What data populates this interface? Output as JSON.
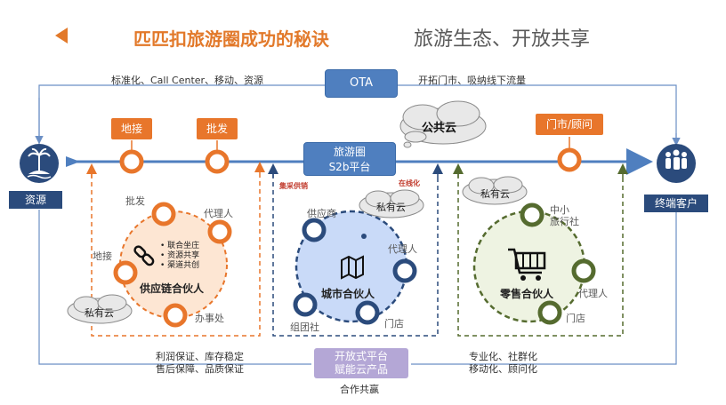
{
  "header": {
    "title": "匹匹扣旅游圈成功的秘诀",
    "subtitle": "旅游生态、开放共享"
  },
  "top_flow": {
    "left_label": "标准化、Call Center、移动、资源",
    "ota_label": "OTA",
    "right_label": "开拓门市、吸纳线下流量"
  },
  "main_axis": {
    "left_tags": [
      "地接",
      "批发"
    ],
    "right_tag": "门市/顾问",
    "platform_line1": "旅游圈",
    "platform_line2": "S2b平台",
    "public_cloud": "公共云",
    "source_label": "资源",
    "customer_label": "终端客户"
  },
  "supply_partner": {
    "title": "供应链合伙人",
    "nodes": [
      "批发",
      "代理人",
      "地接",
      "办事处"
    ],
    "bullets": [
      "联合坐庄",
      "资源共享",
      "渠道共创"
    ],
    "cloud": "私有云"
  },
  "city_partner": {
    "title": "城市合伙人",
    "nodes": [
      "供应商",
      "代理人",
      "组团社",
      "门店"
    ],
    "cloud": "私有云",
    "tag_left": "集采供销",
    "tag_right": "在线化"
  },
  "retail_partner": {
    "title": "零售合伙人",
    "nodes": [
      "中小\n旅行社",
      "代理人",
      "门店"
    ],
    "cloud": "私有云"
  },
  "bottom": {
    "left_line1": "利润保证、库存稳定",
    "left_line2": "售后保障、品质保证",
    "platform_line1": "开放式平台",
    "platform_line2": "赋能云产品",
    "coop": "合作共赢",
    "right_line1": "专业化、社群化",
    "right_line2": "移动化、顾问化"
  },
  "colors": {
    "orange": "#e8762b",
    "navy": "#2b4b7c",
    "blue": "#4f7fbf",
    "green_dark": "#556b2f",
    "purple": "#b4a7d6"
  }
}
